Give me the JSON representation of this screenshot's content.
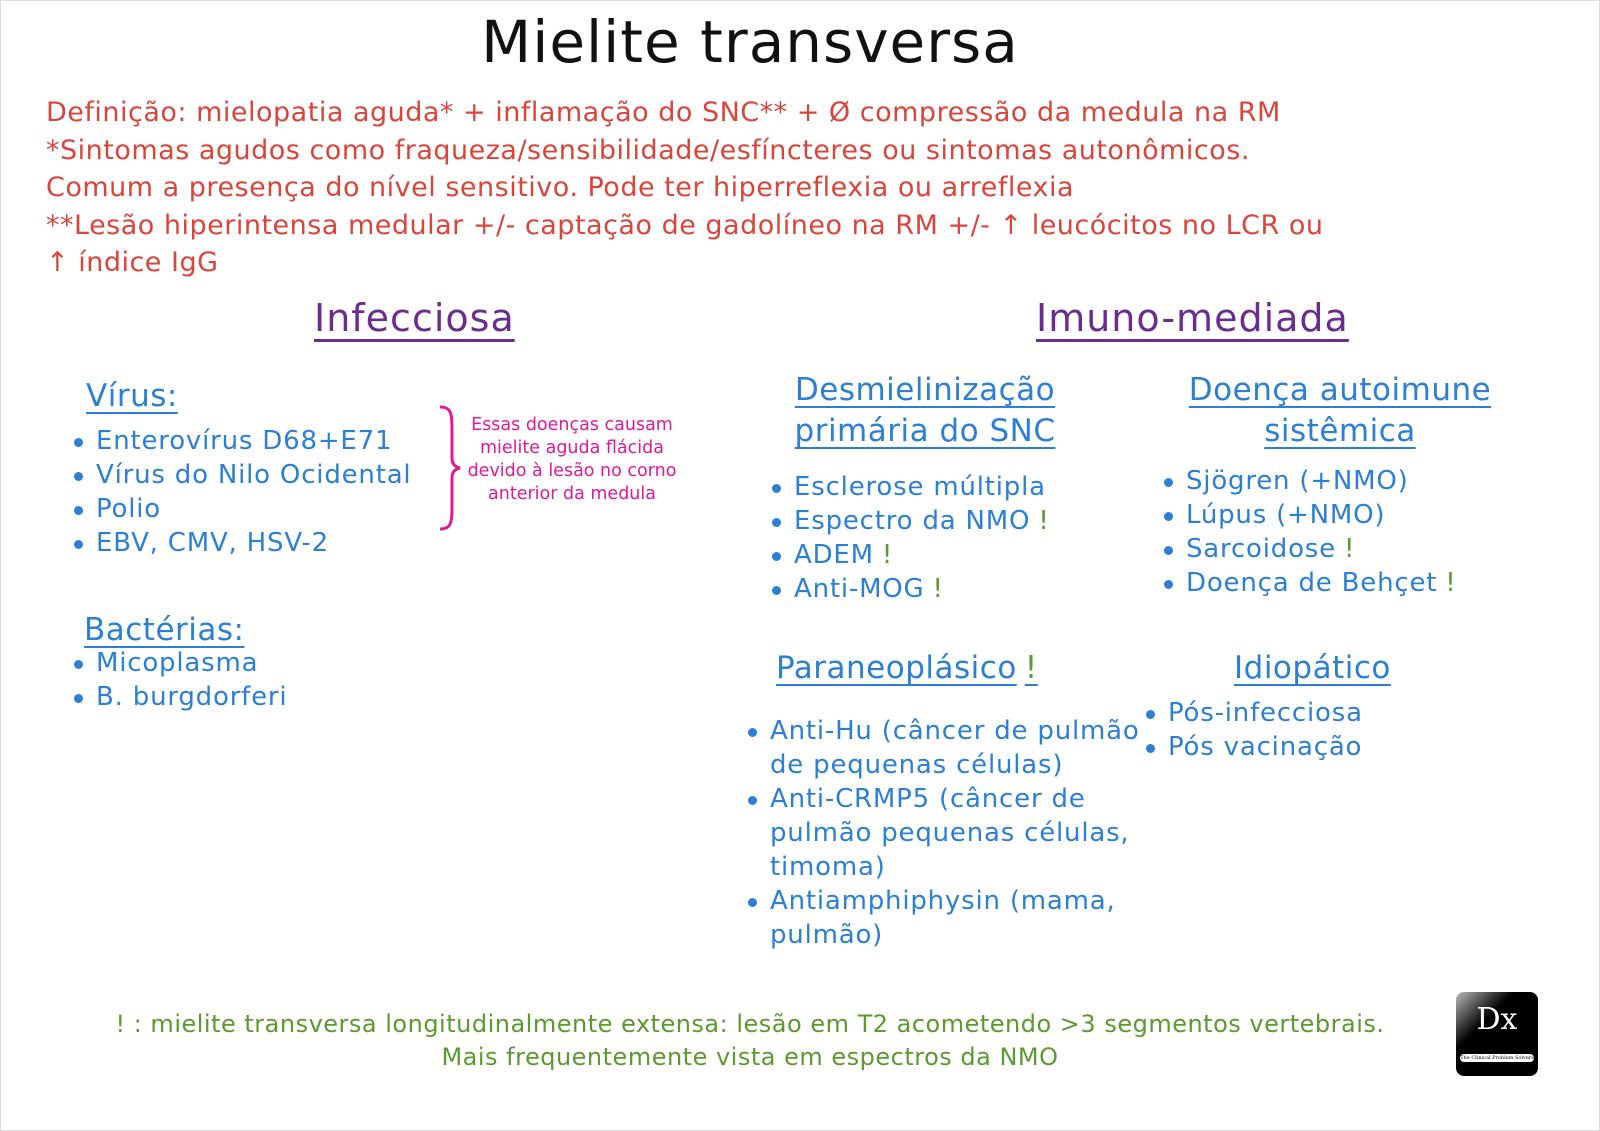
{
  "title": "Mielite transversa",
  "definition": [
    "Definição: mielopatia aguda* + inflamação do SNC** +  Ø compressão da medula na RM",
    "*Sintomas agudos como fraqueza/sensibilidade/esfíncteres ou sintomas autonômicos.",
    "Comum a presença do nível sensitivo. Pode ter hiperreflexia ou arreflexia",
    "**Lesão hiperintensa medular +/- captação de gadolíneo na RM +/- ↑ leucócitos no LCR ou",
    "↑ índice IgG"
  ],
  "infecciosa": {
    "heading": "Infecciosa",
    "virus": {
      "heading": "Vírus:",
      "items": [
        "Enterovírus D68+E71",
        "Vírus do Nilo Ocidental",
        "Polio",
        "EBV, CMV, HSV-2"
      ],
      "note": "Essas doenças causam mielite aguda flácida devido à lesão no corno anterior da medula"
    },
    "bacterias": {
      "heading": "Bactérias:",
      "items": [
        "Micoplasma",
        "B. burgdorferi"
      ]
    }
  },
  "imuno": {
    "heading": "Imuno-mediada",
    "desmielinizacao": {
      "heading_1": "Desmielinização",
      "heading_2": "primária do SNC",
      "items": [
        {
          "text": "Esclerose múltipla",
          "flag": ""
        },
        {
          "text": "Espectro da NMO",
          "flag": "!"
        },
        {
          "text": "ADEM",
          "flag": "!"
        },
        {
          "text": "Anti-MOG",
          "flag": "!"
        }
      ]
    },
    "autoimune": {
      "heading_1": "Doença autoimune",
      "heading_2": "sistêmica",
      "items": [
        {
          "text": "Sjögren (+NMO)",
          "flag": ""
        },
        {
          "text": "Lúpus (+NMO)",
          "flag": ""
        },
        {
          "text": "Sarcoidose",
          "flag": "!"
        },
        {
          "text": "Doença de Behçet",
          "flag": "!"
        }
      ]
    },
    "paraneoplasico": {
      "heading": "Paraneoplásico",
      "flag": "!",
      "items": [
        "Anti-Hu (câncer de pulmão de pequenas células)",
        "Anti-CRMP5 (câncer de pulmão pequenas células, timoma)",
        "Antiamphiphysin (mama, pulmão)"
      ]
    },
    "idiopatico": {
      "heading": "Idiopático",
      "items": [
        "Pós-infecciosa",
        "Pós vacinação"
      ]
    }
  },
  "footer": "! : mielite transversa longitudinalmente extensa: lesão em T2 acometendo >3 segmentos vertebrais. Mais frequentemente vista em espectros da NMO",
  "logo": {
    "text": "Dx",
    "tagline": "The Clinical Problem Solvers"
  },
  "colors": {
    "definition": "#d9453a",
    "section": "#6a2d8f",
    "body": "#2b7fd4",
    "note": "#e0199a",
    "flag": "#5a9a2e"
  }
}
